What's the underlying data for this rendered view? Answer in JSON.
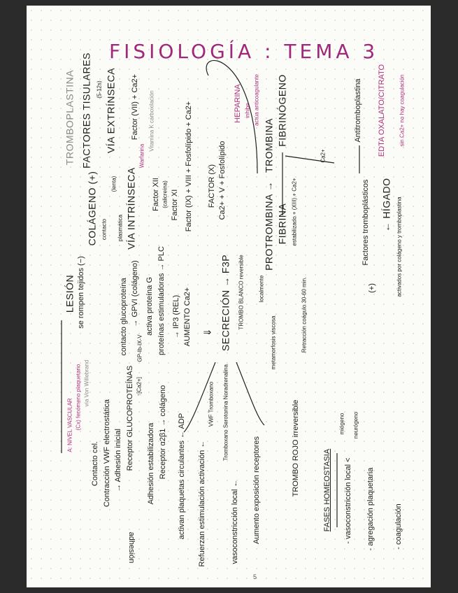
{
  "title": "FISIOLOGÍA : TEMA 3",
  "page_number": "5",
  "top": {
    "lesion": "LESIÓN",
    "rompen": "se rompen tejidos (−)",
    "colageno": "COLÁGENO (+)",
    "factores_tisulares": "FACTORES TISULARES",
    "tromboplastina": "TROMBOPLASTINA",
    "via_extrinseca": "VÍA EXTRÍNSECA",
    "extrinseca_time": "(5-12s)",
    "factor_vii": "Factor (VII) + Ca2+",
    "vitamina_k": "Vitamina K carboxilación",
    "warfarina": "Warfarina",
    "contacto": "contacto",
    "plasmatica": "plasmática",
    "lenta": "(lenta)",
    "via_intrinseca": "VÍA INTRÍNSECA",
    "factor_xii": "Factor XII",
    "calicreina": "(calicreína)",
    "factor_xi": "Factor XI",
    "factor_ix": "Factor (IX) + VIII + Fosfolípido + Ca2+",
    "factor_x": "FACTOR (X)",
    "factor_x_cof": "Ca2+ + V + Fosfolípido",
    "heparina": "HEPARINA",
    "inhibe": "inhibe",
    "anticoagulante": "actúa anticoagulante",
    "trombina": "TROMBINA",
    "protrombina": "PROTROMBINA →",
    "localmente": "localmente",
    "fibrinogeno": "FIBRINÓGENO",
    "fibrina": "FIBRINA",
    "estabilizado": "estabilizado + (XIII) + Ca2+",
    "ca": "Ca2+",
    "antitromboplastina": "Antitromboplastina",
    "factores_tromboplasticos": "Factores tromboplásticos",
    "higado": "← HÍGADO",
    "activados": "activados por colágeno y tromboplastina",
    "plus": "(+)",
    "edta": "EDTA OXALATO/CITRATO",
    "sin_ca": "sin Ca2+ no hay coagulación"
  },
  "left": {
    "nivel_vascular": "A: NIVEL VASCULAR",
    "fenomeno": "(Cx) fenómeno plaquetario",
    "contacto_cel": "Contacto cel.",
    "von_willebrand": "vía Von Willebrand",
    "contraccion": "Contracción VWF electrostática",
    "adhesion_inicial": "→ Adhesión inicial",
    "receptor_gp": "Receptor GLUCOPROTEÍNAS",
    "ca_up": "↑[Ca2+]",
    "gp_ib": "GP-Ib-IX-V",
    "adhesion_est": "Adhesión estabilizadora",
    "receptor_a2b1": "Receptor α2β1 → colágeno",
    "adhesion": "adhesión",
    "contacto_gp": "contacto glucoproteína",
    "gpvi": "→ GPVI (colágeno)",
    "activa_prot": "activa proteína G",
    "proteinas_est": "proteínas estimuladoras → PLC",
    "ip3": "→ IP3 (REL)",
    "aumento_ca": "AUMENTO Ca2+",
    "arrow_down": "⇓",
    "secrecion": "SECRECIÓN → F3P",
    "trombo_blanco": "TROMBO BLANCO reversible",
    "metamorfosis": "metamorfosis viscosa",
    "retraccion": "Retracción coágulo 30-60 min.",
    "trombo_rojo": "TROMBO ROJO irreversible",
    "activan": "activan plaquetas circulantes ← ADP",
    "refuerzan": "Refuerzan estimulación activación ←",
    "vwf_tx": "VWF Tromboxano",
    "tx_ser": "Tromboxano Serotonina Noradrenalina",
    "vasoconstriccion": "vasoconstricción local ←",
    "aumento_exp": "Aumento exposición receptores"
  },
  "fases": {
    "title": "FASES HOMEOSTASIA",
    "item1": "- vasoconstricción local <",
    "miogeno": "miógeno",
    "neurogeno": "neurógeno",
    "item2": "- agregación plaquetaria",
    "item3": "- coagulación"
  },
  "colors": {
    "ink": "#1d1d1d",
    "accent": "#b0307a",
    "pencil": "#8a8a8a"
  }
}
